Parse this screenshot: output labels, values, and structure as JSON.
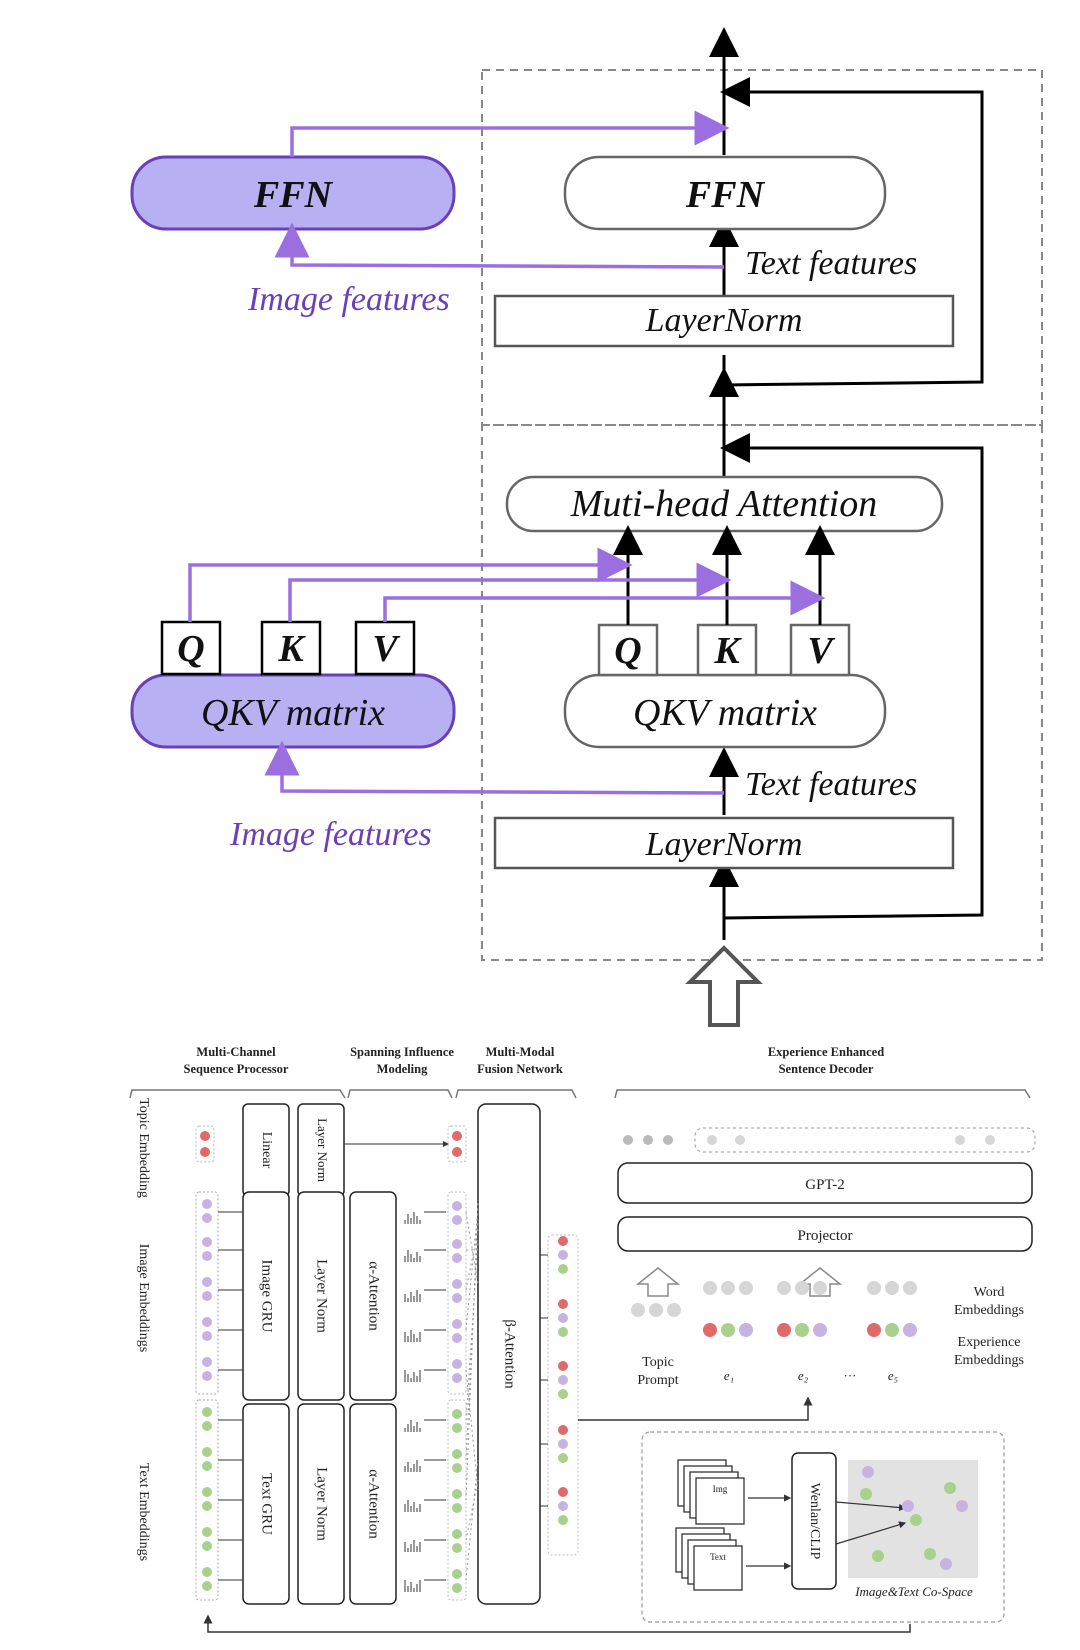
{
  "top_diagram": {
    "ffn_label": "FFN",
    "text_features_label": "Text features",
    "image_features_label": "Image features",
    "layernorm_label": "LayerNorm",
    "attention_label": "Muti-head Attention",
    "q_label": "Q",
    "k_label": "K",
    "v_label": "V",
    "qkv_label": "QKV matrix"
  },
  "bottom_diagram": {
    "section_headers": {
      "multi_channel": [
        "Multi-Channel",
        "Sequence Processor"
      ],
      "spanning": [
        "Spanning Influence",
        "Modeling"
      ],
      "fusion": [
        "Multi-Modal",
        "Fusion Network"
      ],
      "decoder": [
        "Experience Enhanced",
        "Sentence Decoder"
      ]
    },
    "embeddings": {
      "topic": "Topic Embedding",
      "image": "Image Embeddings",
      "text": "Text Embeddings"
    },
    "modules": {
      "linear": "Linear",
      "layer_norm_small": "Layer Norm",
      "image_gru": "Image GRU",
      "text_gru": "Text GRU",
      "layer_norm": "Layer Norm",
      "alpha_attention": "α-Attention",
      "beta_attention": "β-Attention",
      "gpt2": "GPT-2",
      "projector": "Projector",
      "wenlan_clip": "Wenlan/CLIP",
      "co_space": "Image&Text Co-Space"
    },
    "decoder_labels": {
      "word_embeddings": "Word Embeddings",
      "experience_embeddings": "Experience Embeddings",
      "topic_prompt": "Topic Prompt",
      "e1": "e₁",
      "e2": "e₂",
      "e5": "e₅",
      "ellipsis": "···",
      "img_label": "Img",
      "text_label": "Text"
    },
    "colors": {
      "red": "#e06a6a",
      "purple": "#c7b3e2",
      "green": "#a9d18e",
      "gray": "#d6d6d6"
    }
  }
}
